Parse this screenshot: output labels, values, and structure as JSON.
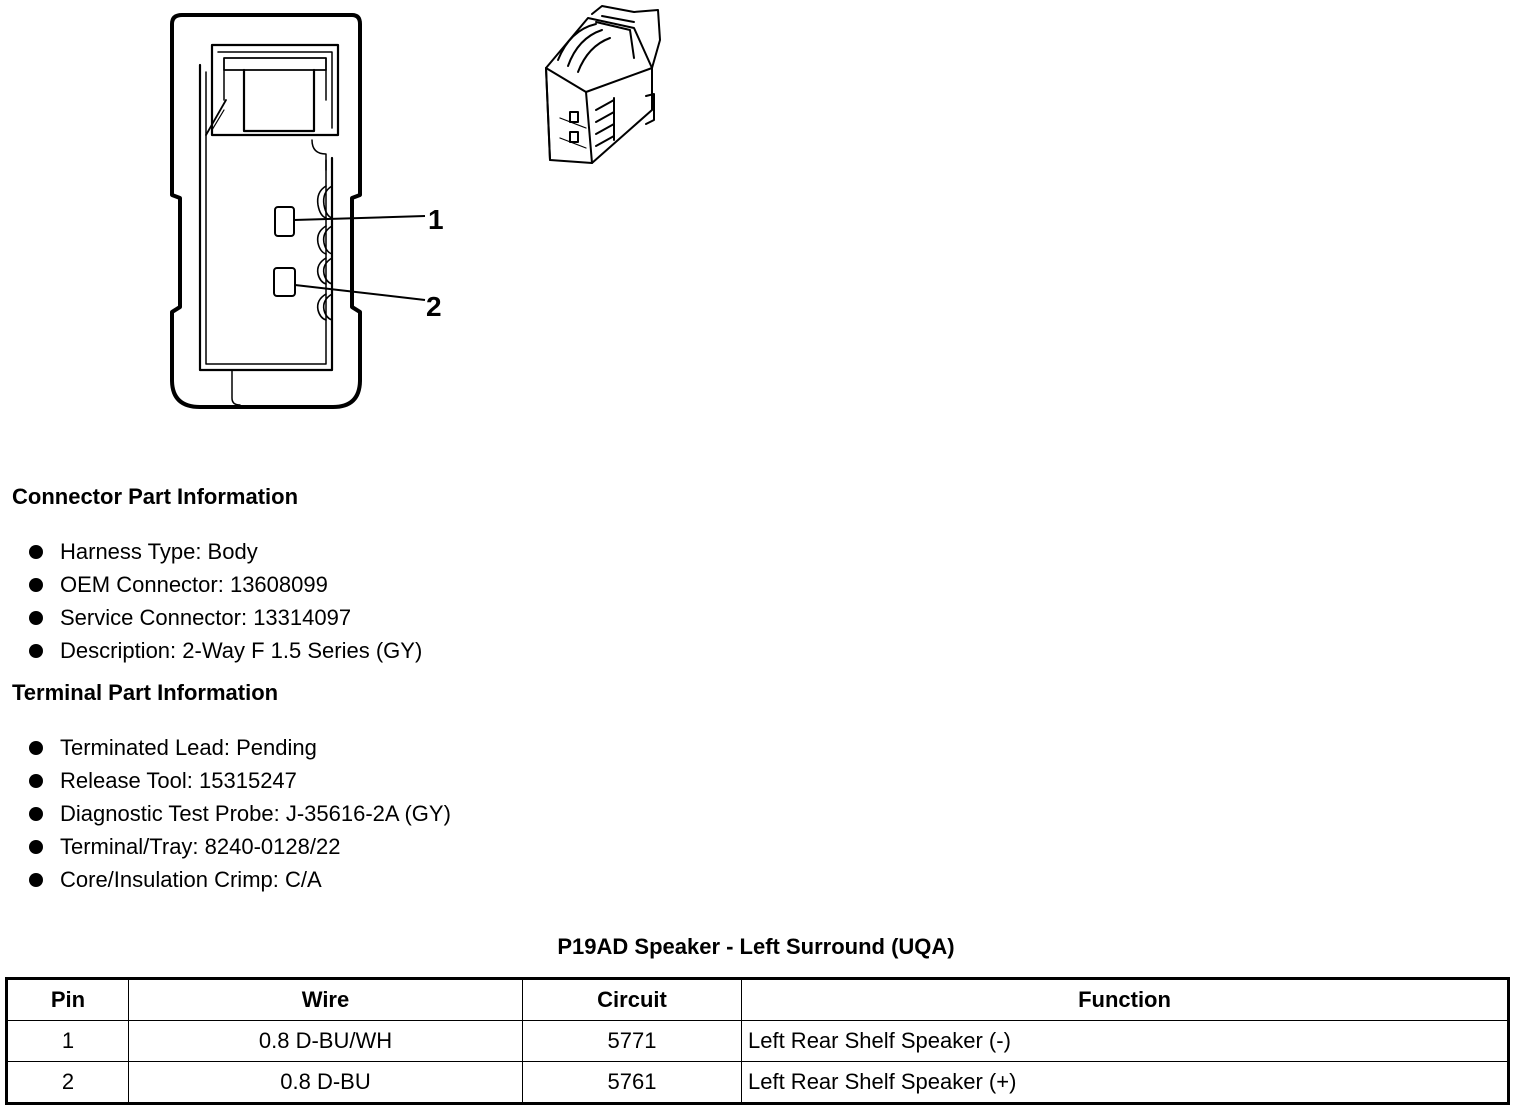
{
  "diagram": {
    "callouts": [
      "1",
      "2"
    ]
  },
  "connector_info": {
    "heading": "Connector Part Information",
    "items": [
      "Harness Type: Body",
      "OEM Connector: 13608099",
      "Service Connector: 13314097",
      "Description: 2-Way F 1.5 Series (GY)"
    ]
  },
  "terminal_info": {
    "heading": "Terminal Part Information",
    "items": [
      "Terminated Lead: Pending",
      "Release Tool: 15315247",
      "Diagnostic Test Probe: J-35616-2A (GY)",
      "Terminal/Tray: 8240-0128/22",
      "Core/Insulation Crimp: C/A"
    ]
  },
  "pin_table": {
    "title": "P19AD Speaker - Left Surround (UQA)",
    "headers": [
      "Pin",
      "Wire",
      "Circuit",
      "Function"
    ],
    "rows": [
      [
        "1",
        "0.8 D-BU/WH",
        "5771",
        "Left Rear Shelf Speaker (-)"
      ],
      [
        "2",
        "0.8 D-BU",
        "5761",
        "Left Rear Shelf Speaker (+)"
      ]
    ]
  }
}
